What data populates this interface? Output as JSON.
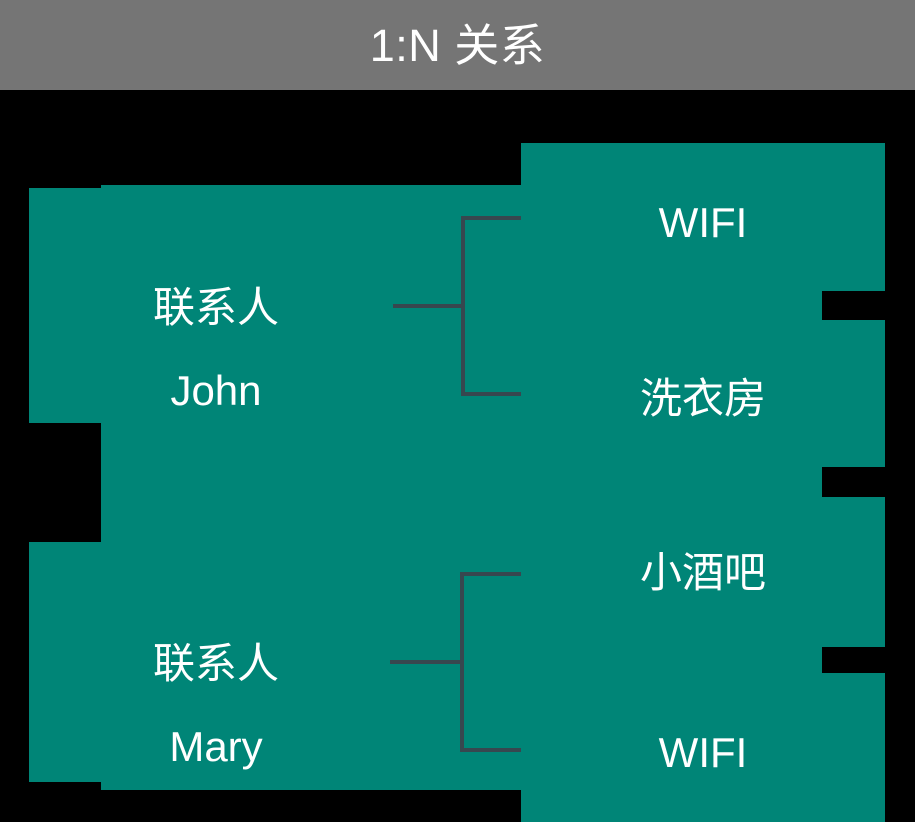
{
  "header": {
    "title": "1:N 关系"
  },
  "diagram": {
    "type": "entity-relationship",
    "accent_color": "#008577",
    "header_color": "#757575",
    "connector_color": "#37474f",
    "text_color": "#ffffff",
    "background_color": "#000000",
    "entities": [
      {
        "id": "contact-john",
        "type_label": "联系人",
        "name_label": "John",
        "attributes": [
          {
            "id": "john-attr-1",
            "label": "WIFI"
          },
          {
            "id": "john-attr-2",
            "label": "洗衣房"
          }
        ]
      },
      {
        "id": "contact-mary",
        "type_label": "联系人",
        "name_label": "Mary",
        "attributes": [
          {
            "id": "mary-attr-1",
            "label": "小酒吧"
          },
          {
            "id": "mary-attr-2",
            "label": "WIFI"
          }
        ]
      }
    ]
  }
}
